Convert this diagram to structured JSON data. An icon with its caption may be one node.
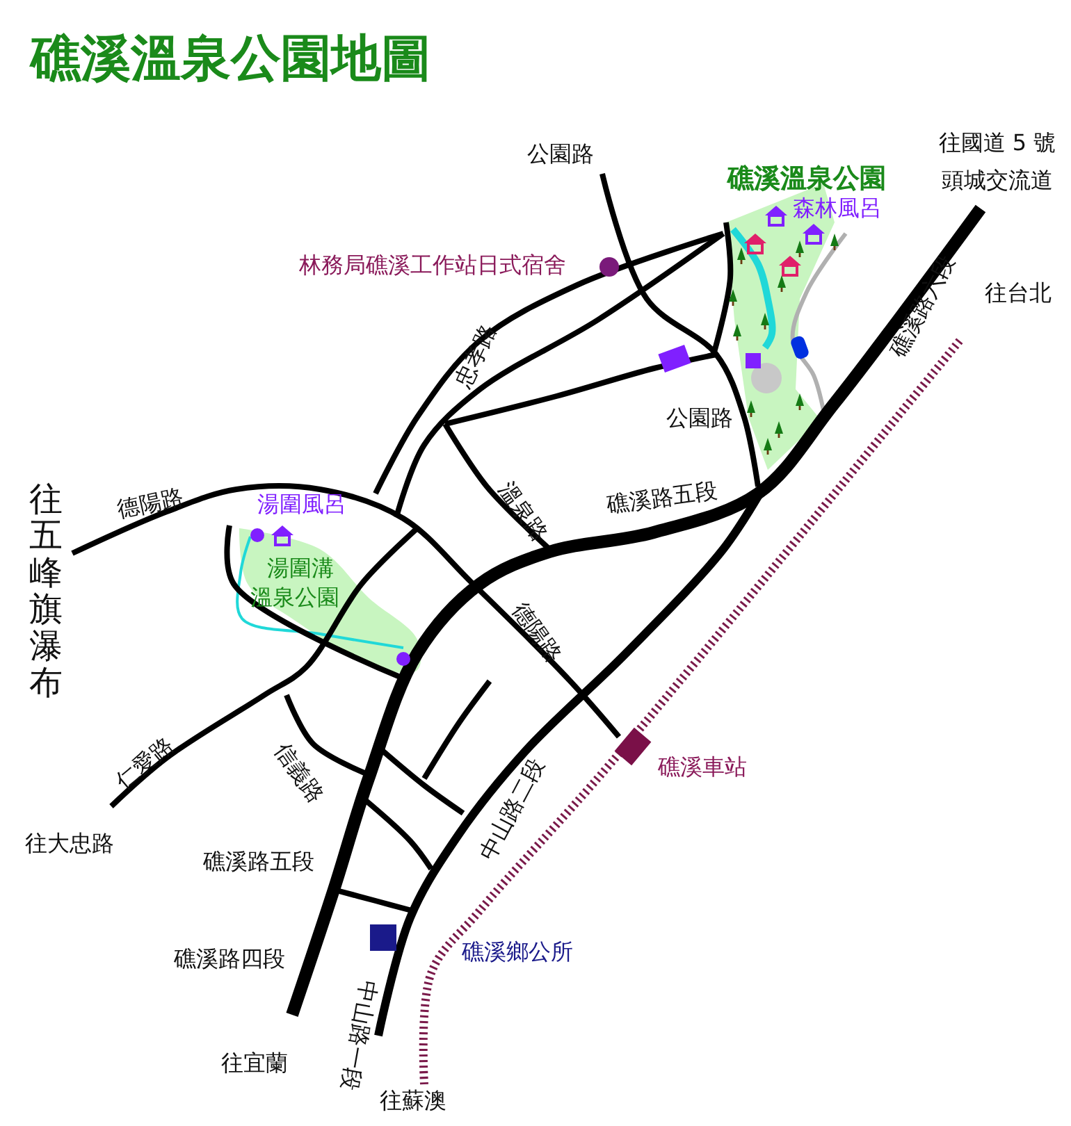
{
  "diagram": {
    "title": "礁溪溫泉公園地圖",
    "labels": [
      "公園路",
      "往國道 5 號",
      "頭城交流道",
      "礁溪溫泉公園",
      "森林風呂",
      "林務局礁溪工作站日式宿舍",
      "往台北",
      "礁溪路六段",
      "忠孝路",
      "公園路",
      "往五峰旗瀑布",
      "德陽路",
      "湯圍風呂",
      "湯圍溝",
      "溫泉公園",
      "溫泉路",
      "礁溪路五段",
      "德陽路",
      "仁愛路",
      "信義路",
      "礁溪車站",
      "中山路二段",
      "往大忠路",
      "礁溪路五段",
      "礁溪鄉公所",
      "礁溪路四段",
      "中山路一段",
      "往宜蘭",
      "往蘇澳"
    ]
  }
}
